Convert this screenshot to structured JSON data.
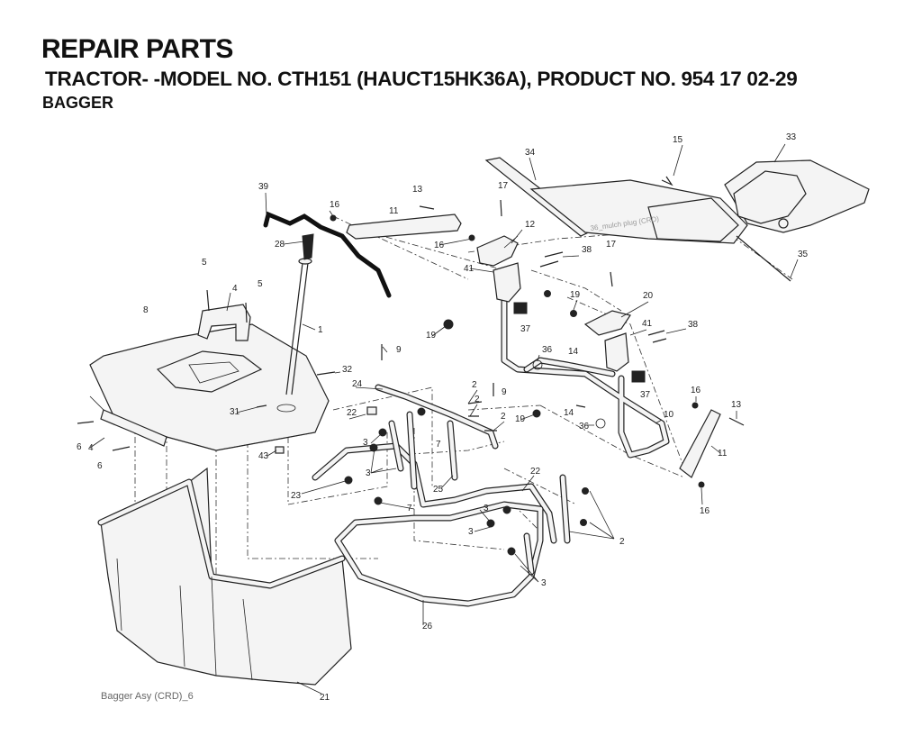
{
  "header": {
    "title": "REPAIR PARTS",
    "subtitle": "TRACTOR- -MODEL NO. CTH151 (HAUCT15HK36A), PRODUCT NO. 954 17 02-29",
    "section": "BAGGER"
  },
  "footer": {
    "caption": "Bagger Asy (CRD)_6"
  },
  "diagram": {
    "note": "36_mulch plug (CRD)",
    "callouts": [
      "1",
      "2",
      "2",
      "2",
      "2",
      "3",
      "3",
      "3",
      "3",
      "3",
      "4",
      "4",
      "5",
      "5",
      "6",
      "6",
      "7",
      "7",
      "8",
      "9",
      "9",
      "10",
      "11",
      "11",
      "12",
      "13",
      "13",
      "14",
      "14",
      "15",
      "16",
      "16",
      "16",
      "16",
      "17",
      "17",
      "19",
      "19",
      "19",
      "20",
      "21",
      "22",
      "22",
      "23",
      "24",
      "25",
      "26",
      "28",
      "31",
      "32",
      "33",
      "34",
      "35",
      "36",
      "36",
      "37",
      "37",
      "38",
      "38",
      "39",
      "41",
      "41",
      "43"
    ]
  }
}
